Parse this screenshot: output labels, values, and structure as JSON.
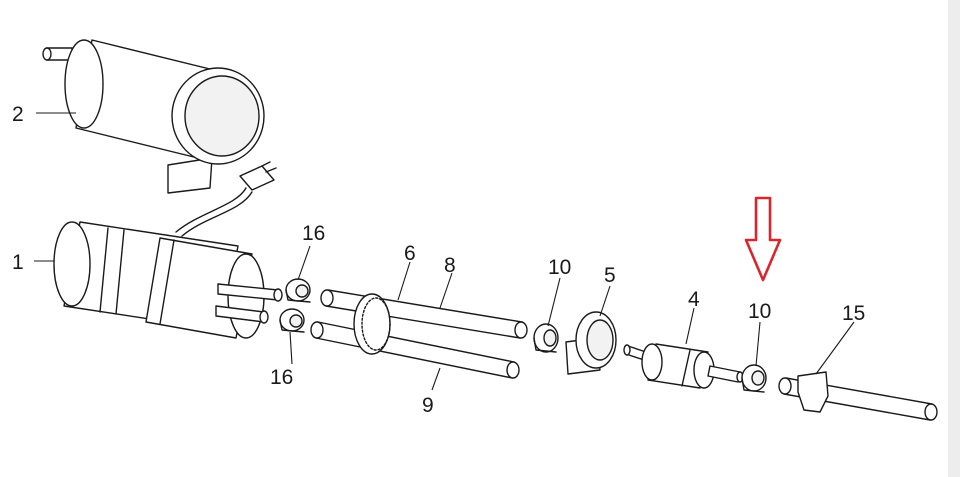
{
  "callouts": {
    "c1": "1",
    "c2": "2",
    "c4": "4",
    "c5": "5",
    "c6": "6",
    "c8": "8",
    "c9": "9",
    "c10a": "10",
    "c10b": "10",
    "c15": "15",
    "c16a": "16",
    "c16b": "16"
  },
  "colors": {
    "line": "#1a1a1a",
    "arrow": "#d9262c",
    "background": "#ffffff"
  }
}
